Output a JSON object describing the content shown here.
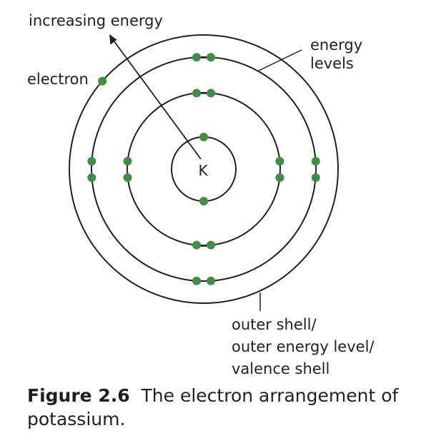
{
  "diagram": {
    "element_symbol": "K",
    "shell_electron_counts": [
      2,
      8,
      8,
      1
    ],
    "labels": {
      "arrow": "increasing energy",
      "electron": "electron",
      "energy_levels": [
        "energy",
        "levels"
      ],
      "outer_shell": [
        "outer shell/",
        "outer energy level/",
        "valence shell"
      ]
    },
    "colors": {
      "electron": "#3e8e45",
      "line": "#231f20"
    }
  },
  "caption": {
    "number": "Figure 2.6",
    "text": "The electron arrangement of potassium."
  }
}
